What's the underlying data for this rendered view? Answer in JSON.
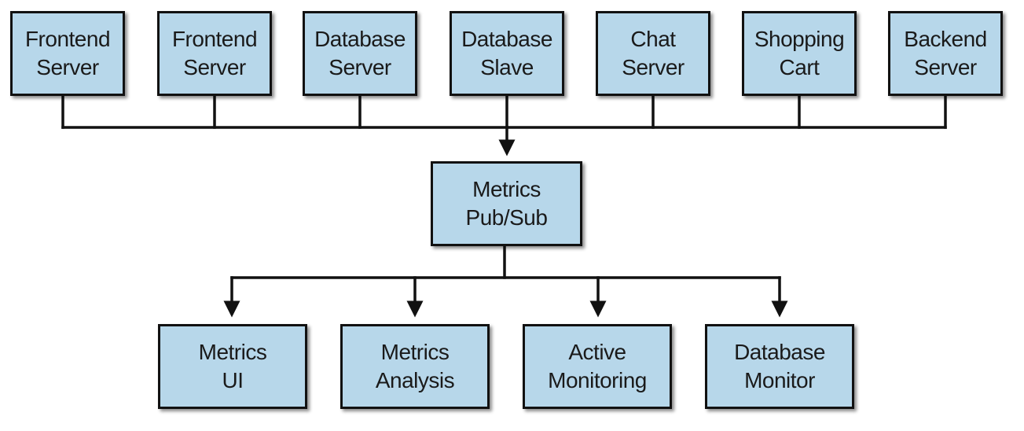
{
  "diagram": {
    "sources": [
      {
        "id": "frontend-server-1",
        "line1": "Frontend",
        "line2": "Server"
      },
      {
        "id": "frontend-server-2",
        "line1": "Frontend",
        "line2": "Server"
      },
      {
        "id": "database-server",
        "line1": "Database",
        "line2": "Server"
      },
      {
        "id": "database-slave",
        "line1": "Database",
        "line2": "Slave"
      },
      {
        "id": "chat-server",
        "line1": "Chat",
        "line2": "Server"
      },
      {
        "id": "shopping-cart",
        "line1": "Shopping",
        "line2": "Cart"
      },
      {
        "id": "backend-server",
        "line1": "Backend",
        "line2": "Server"
      }
    ],
    "hub": {
      "line1": "Metrics",
      "line2": "Pub/Sub"
    },
    "consumers": [
      {
        "id": "metrics-ui",
        "line1": "Metrics",
        "line2": "UI"
      },
      {
        "id": "metrics-analysis",
        "line1": "Metrics",
        "line2": "Analysis"
      },
      {
        "id": "active-monitoring",
        "line1": "Active",
        "line2": "Monitoring"
      },
      {
        "id": "database-monitor",
        "line1": "Database",
        "line2": "Monitor"
      }
    ],
    "colors": {
      "box_fill": "#b7d7ea",
      "box_border": "#111111",
      "line": "#111111"
    }
  }
}
